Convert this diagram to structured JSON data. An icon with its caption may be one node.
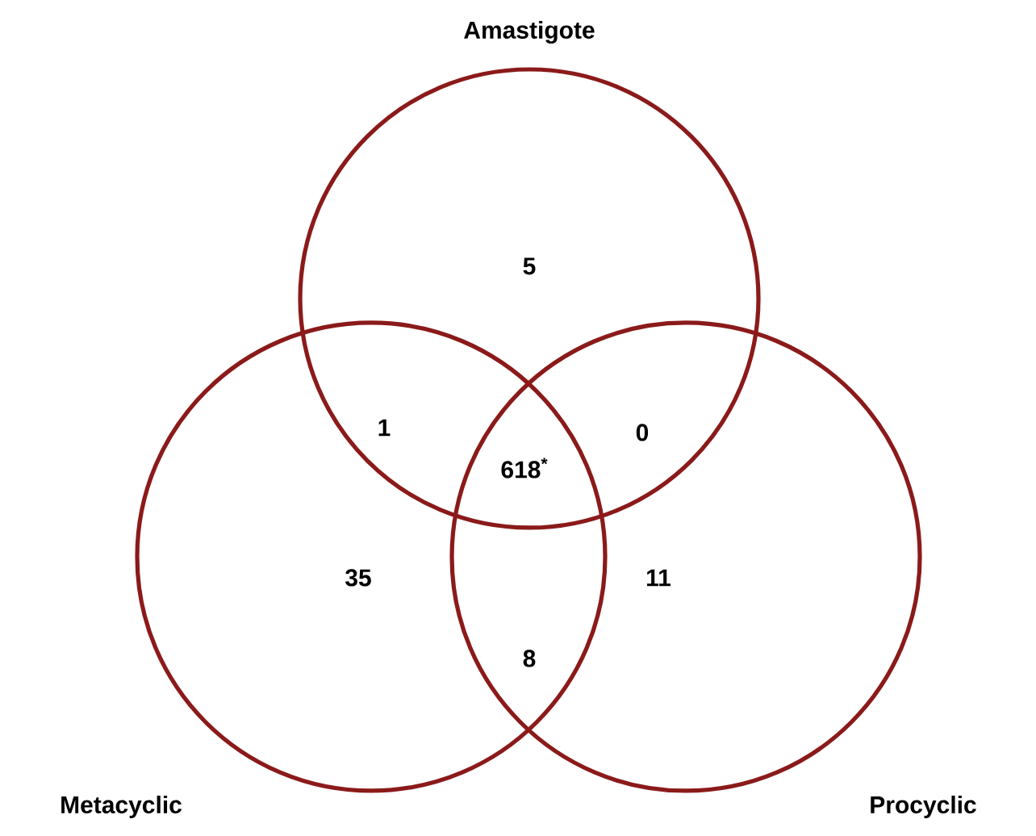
{
  "diagram": {
    "nodes": [
      {
        "text": [
          "Amastigote"
        ]
      },
      {
        "text": [
          "Metacyclic"
        ]
      },
      {
        "text": [
          "Procyclic"
        ]
      }
    ],
    "labels": [
      "5",
      "1",
      "618$^{*}$",
      "0",
      "35",
      "8",
      "11"
    ]
  }
}
